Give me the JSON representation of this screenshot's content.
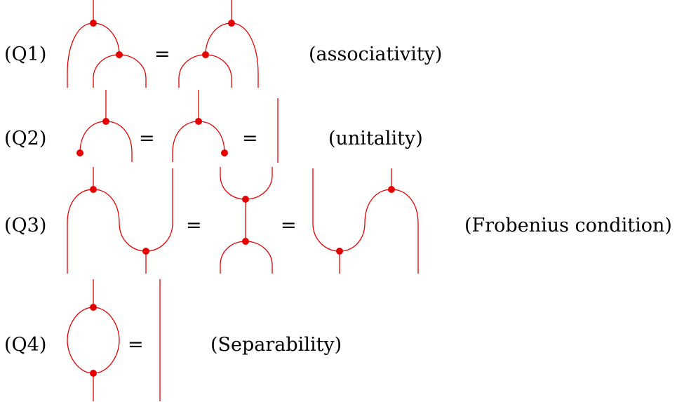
{
  "colors": {
    "wire": "#e60000",
    "dot": "#e60000",
    "text": "#000000"
  },
  "rows": [
    {
      "id": "q1",
      "label": "(Q1)",
      "equals": [
        "="
      ],
      "name": "(associativity)"
    },
    {
      "id": "q2",
      "label": "(Q2)",
      "equals": [
        "=",
        "="
      ],
      "name": "(unitality)"
    },
    {
      "id": "q3",
      "label": "(Q3)",
      "equals": [
        "=",
        "="
      ],
      "name": "(Frobenius condition)"
    },
    {
      "id": "q4",
      "label": "(Q4)",
      "equals": [
        "="
      ],
      "name": "(Separability)"
    }
  ]
}
